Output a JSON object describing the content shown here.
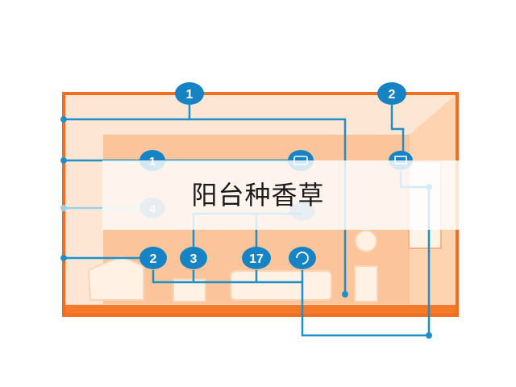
{
  "title": "阳台种香草",
  "colors": {
    "frame": "#f26d1f",
    "floor": "#f47a2b",
    "wall": "#fcc49a",
    "wall_light": "#fde0c8",
    "line": "#1e90c9",
    "node_fill": "#1583c4",
    "node_text": "#ffffff"
  },
  "nodes": {
    "top_1": "1",
    "top_2": "2",
    "mid_1": "1",
    "mid_4": "4",
    "low_2": "2",
    "low_3": "3",
    "low_17": "17"
  },
  "icons": {
    "mid_right": "photo-icon",
    "top_right_sub": "monitor-icon",
    "low_right": "refresh-icon"
  }
}
